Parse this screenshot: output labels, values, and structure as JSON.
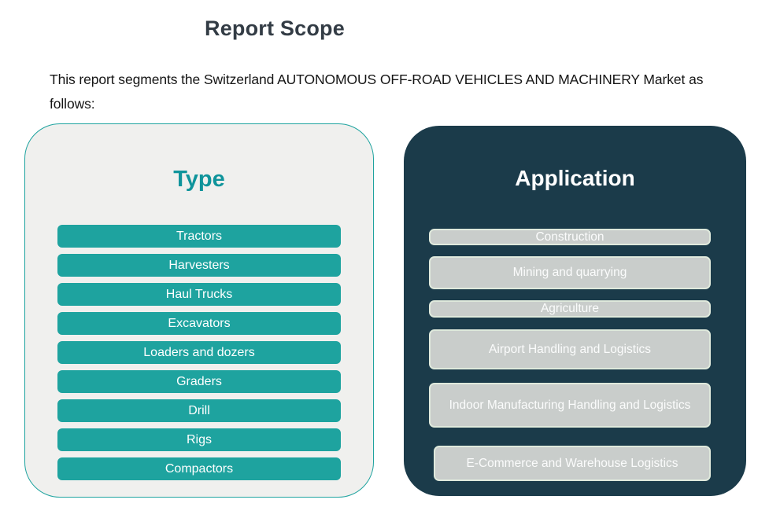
{
  "title": "Report Scope",
  "intro": "This report segments the Switzerland AUTONOMOUS OFF-ROAD VEHICLES AND MACHINERY Market as follows:",
  "type_panel": {
    "heading": "Type",
    "items": [
      "Tractors",
      "Harvesters",
      "Haul Trucks",
      "Excavators",
      "Loaders and dozers",
      "Graders",
      "Drill",
      "Rigs",
      "Compactors"
    ]
  },
  "application_panel": {
    "heading": "Application",
    "items": [
      "Construction",
      "Mining and quarrying",
      "Agriculture",
      "Airport Handling and Logistics",
      "Indoor Manufacturing Handling and Logistics",
      "E-Commerce and Warehouse Logistics"
    ]
  },
  "colors": {
    "teal_accent": "#1EA39F",
    "teal_heading": "#0F949B",
    "dark_panel": "#1B3B4A",
    "light_panel": "#F0F0EE",
    "gray_button": "#C9CDCB",
    "gray_button_border": "#DFE9DC",
    "title_text": "#333C45"
  }
}
